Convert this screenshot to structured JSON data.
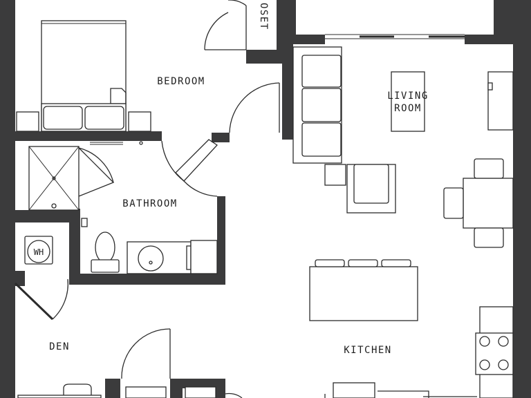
{
  "rooms": {
    "closet": "OSET",
    "bedroom": "BEDROOM",
    "living_line1": "LIVING",
    "living_line2": "ROOM",
    "bathroom": "BATHROOM",
    "den": "DEN",
    "kitchen": "KITCHEN"
  },
  "fixtures": {
    "water_heater": "WH"
  },
  "colors": {
    "wall": "#3b3b3c",
    "line": "#2b2b2b",
    "background": "#ffffff"
  }
}
